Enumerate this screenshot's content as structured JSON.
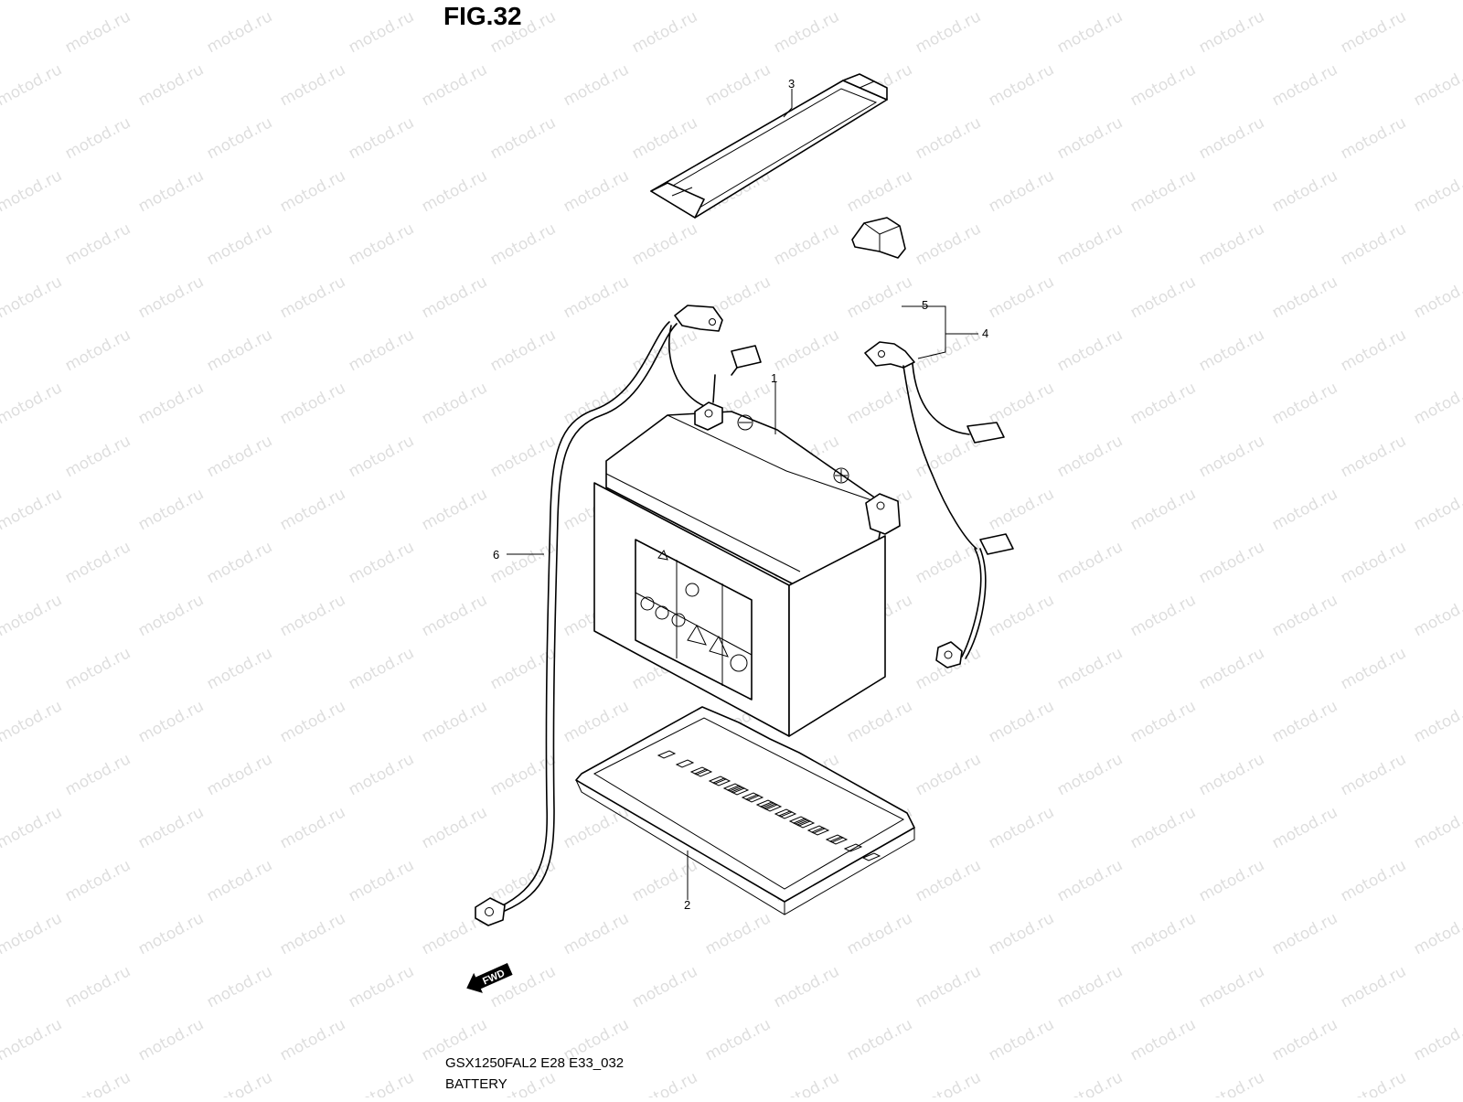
{
  "figure": {
    "title": "FIG.32",
    "code": "GSX1250FAL2 E28 E33_032",
    "name": "BATTERY"
  },
  "watermark": {
    "text": "motod.ru"
  },
  "forward_marker": {
    "label": "FWD",
    "icon": "forward-arrow-icon"
  },
  "callouts": [
    {
      "id": "1",
      "part": "battery"
    },
    {
      "id": "2",
      "part": "battery-tray"
    },
    {
      "id": "3",
      "part": "battery-strap"
    },
    {
      "id": "4",
      "part": "positive-lead-assembly"
    },
    {
      "id": "5",
      "part": "terminal-cover"
    },
    {
      "id": "6",
      "part": "negative-lead"
    }
  ]
}
